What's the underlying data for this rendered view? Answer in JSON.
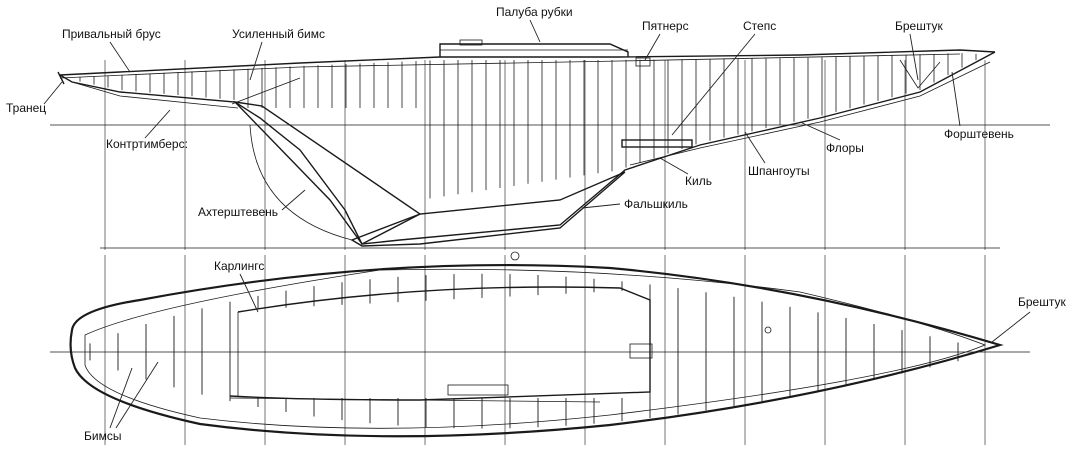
{
  "colors": {
    "ink": "#1a1a1a",
    "paper": "#ffffff",
    "hatch": "#444444"
  },
  "profile_labels": {
    "deckhouse_deck": "Палуба рубки",
    "sheer_strake": "Привальный брус",
    "reinforced_beam": "Усиленный бимс",
    "partners": "Пятнерс",
    "step": "Степс",
    "breasthook": "Брештук",
    "transom": "Транец",
    "counter_timber": "Контртимберс:",
    "stem": "Форштевень",
    "floors": "Флоры",
    "keel": "Киль",
    "frames": "Шпангоуты",
    "sternpost": "Ахтерштевень",
    "false_keel": "Фальшкиль"
  },
  "plan_labels": {
    "carlings": "Карлингс",
    "breasthook": "Брештук",
    "beams": "Бимсы"
  }
}
